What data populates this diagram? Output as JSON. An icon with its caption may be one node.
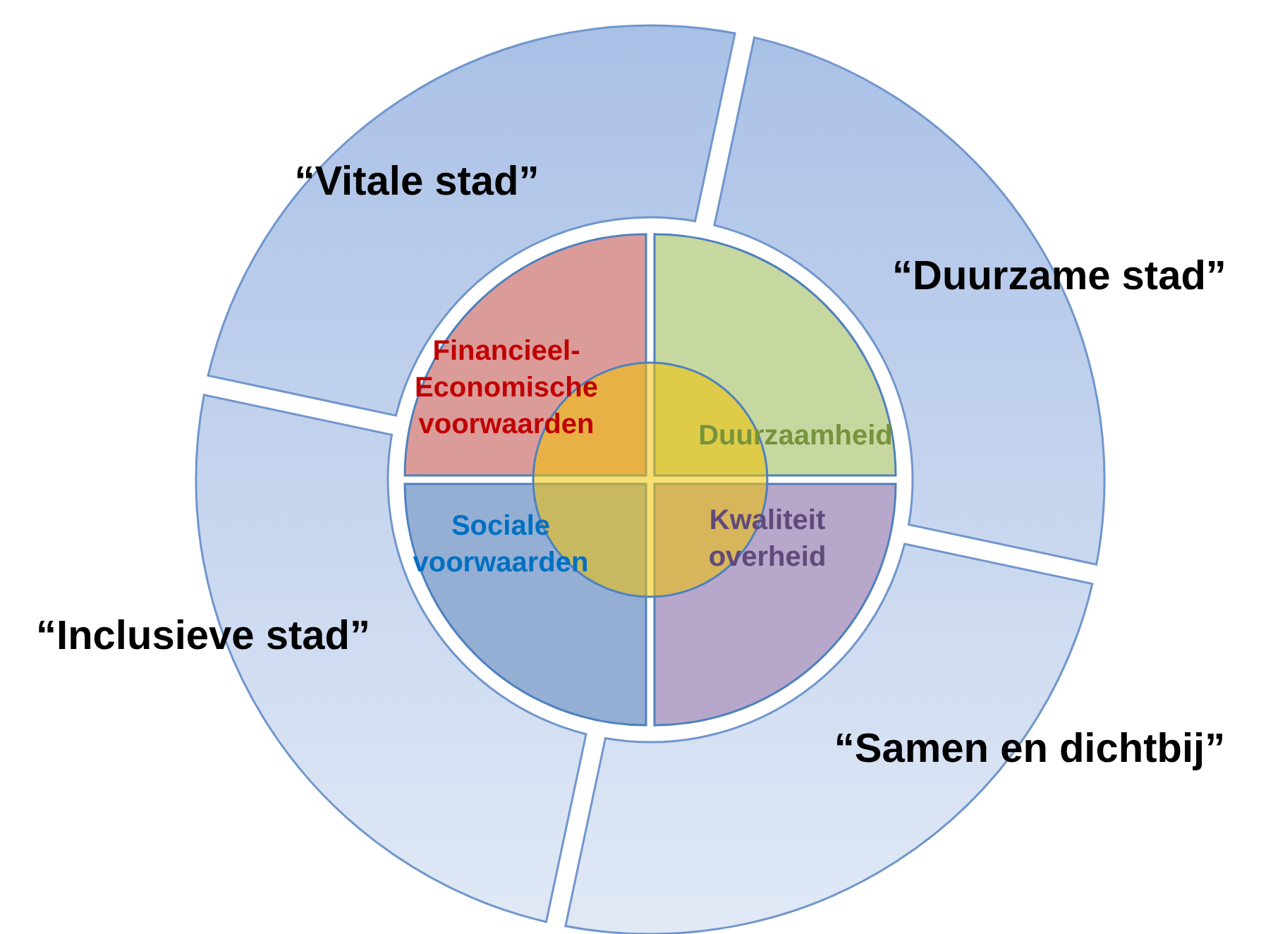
{
  "diagram": {
    "nodes": [
      {
        "text": [
          "“Vitale stad”"
        ]
      },
      {
        "text": [
          "“Duurzame stad”"
        ]
      },
      {
        "text": [
          "“Inclusieve stad”"
        ]
      },
      {
        "text": [
          "“Samen en dichtbij”"
        ]
      },
      {
        "text": [
          "Financieel-Economische voorwaarden"
        ]
      },
      {
        "text": [
          "Duurzaamheid"
        ]
      },
      {
        "text": [
          "Sociale voorwaarden"
        ]
      },
      {
        "text": [
          "Kwaliteit overheid"
        ]
      },
      {
        "text": [],
        "shape": "circle"
      }
    ],
    "edges": []
  }
}
